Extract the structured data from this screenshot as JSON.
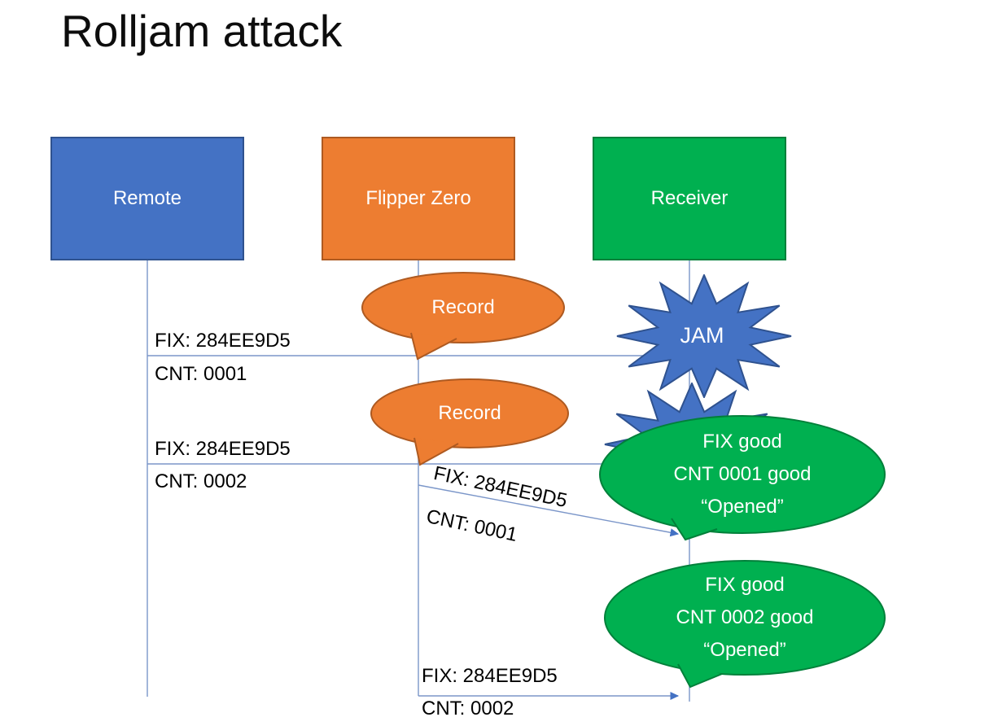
{
  "title": "Rolljam attack",
  "actors": {
    "remote": {
      "label": "Remote"
    },
    "flipper": {
      "label": "Flipper Zero"
    },
    "receiver": {
      "label": "Receiver"
    }
  },
  "messages": {
    "m1": {
      "fix": "FIX: 284EE9D5",
      "cnt": "CNT: 0001"
    },
    "m2": {
      "fix": "FIX: 284EE9D5",
      "cnt": "CNT: 0002"
    },
    "m3": {
      "fix": "FIX: 284EE9D5",
      "cnt": "CNT: 0001"
    },
    "m4": {
      "fix": "FIX: 284EE9D5",
      "cnt": "CNT: 0002"
    }
  },
  "callouts": {
    "record1": {
      "label": "Record"
    },
    "record2": {
      "label": "Record"
    },
    "jam": {
      "label": "JAM"
    },
    "opened1": {
      "line1": "FIX good",
      "line2": "CNT 0001 good",
      "line3": "“Opened”"
    },
    "opened2": {
      "line1": "FIX good",
      "line2": "CNT 0002 good",
      "line3": "“Opened”"
    }
  },
  "colors": {
    "blue_fill": "#4472C4",
    "blue_border": "#2F528F",
    "orange_fill": "#ED7D31",
    "orange_border": "#AE5A21",
    "green_fill": "#00B050",
    "green_border": "#00803A",
    "connector": "#7B96C9",
    "arrowhead": "#4472C4",
    "text_dark": "#000000",
    "text_light": "#FFFFFF"
  }
}
